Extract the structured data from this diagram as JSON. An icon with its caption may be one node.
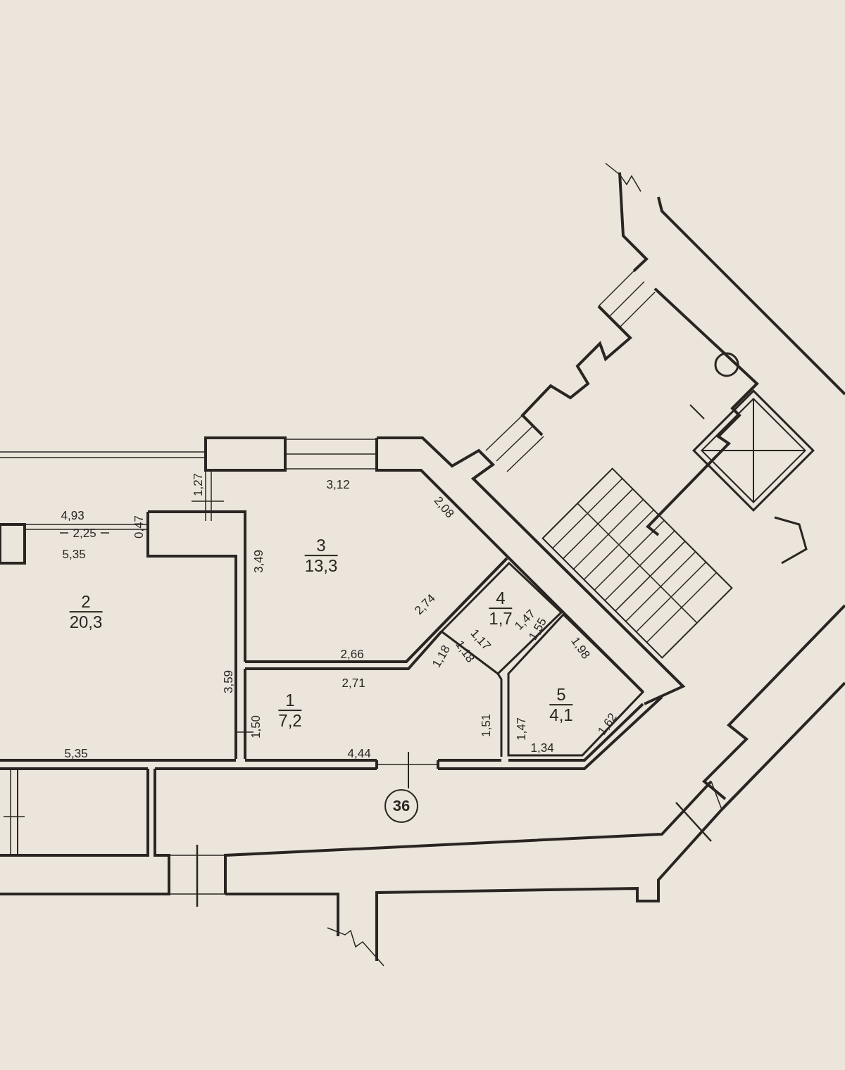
{
  "diagram": {
    "nodes": [
      {
        "text": [
          "3",
          "13,3"
        ]
      },
      {
        "text": [
          "2",
          "20,3"
        ]
      },
      {
        "text": [
          "4",
          "1,7"
        ]
      },
      {
        "text": [
          "1",
          "7,2"
        ]
      },
      {
        "text": [
          "5",
          "4,1"
        ]
      },
      {
        "text": [
          "36"
        ]
      }
    ],
    "labels": [
      "1,27",
      "3,12",
      "2,08",
      "4,93",
      "0,47",
      "2,25",
      "5,35",
      "3,49",
      "2,74",
      "1,47",
      "1,55",
      "1,18",
      "1,17",
      "1,18",
      "1,98",
      "2,66",
      "2,71",
      "3,59",
      "1,50",
      "1,51",
      "1,47",
      "1,62",
      "1,34",
      "5,35",
      "4,44"
    ]
  }
}
